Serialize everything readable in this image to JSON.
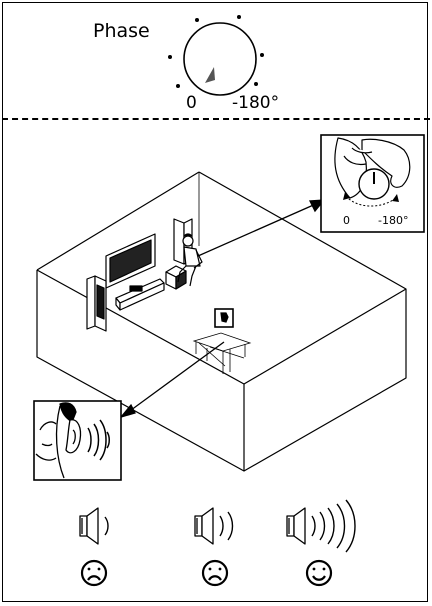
{
  "phase_control": {
    "title": "Phase",
    "min_label": "0",
    "max_label": "-180°"
  },
  "knob_inset": {
    "min_label": "0",
    "max_label": "-180°"
  },
  "sound_levels": [
    {
      "waves": 1,
      "face": "sad"
    },
    {
      "waves": 2,
      "face": "sad"
    },
    {
      "waves": 5,
      "face": "happy"
    }
  ],
  "colors": {
    "line": "#000000",
    "knob_indicator": "#555555",
    "background": "#ffffff"
  }
}
